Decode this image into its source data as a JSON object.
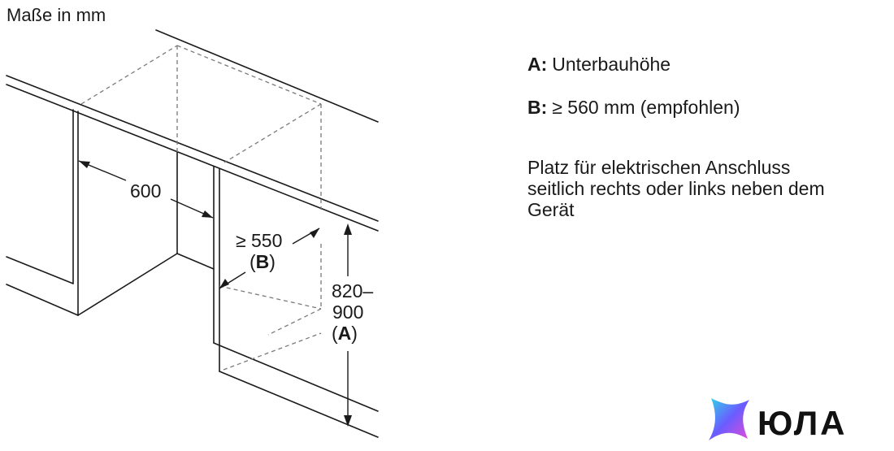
{
  "title": "Maße in mm",
  "legend": {
    "a_key": "A:",
    "a_text": "Unterbauhöhe",
    "b_key": "B:",
    "b_text": "≥ 560 mm (empfohlen)"
  },
  "note": {
    "line1": "Platz für elektrischen Anschluss",
    "line2": "seitlich rechts oder links neben dem",
    "line3": "Gerät"
  },
  "dimensions": {
    "width": "600",
    "depth": "≥ 550",
    "depth_key_open": "(",
    "depth_key": "B",
    "depth_key_close": ")",
    "height_line1": "820–",
    "height_line2": "900",
    "height_key_open": "(",
    "height_key": "A",
    "height_key_close": ")"
  },
  "logo": {
    "text": "ЮЛА"
  },
  "colors": {
    "line": "#1a1a1a",
    "hidden_line": "#7a7a7a",
    "logo_gradient": [
      "#2fd6e8",
      "#6a5cff",
      "#e84ad8"
    ]
  }
}
